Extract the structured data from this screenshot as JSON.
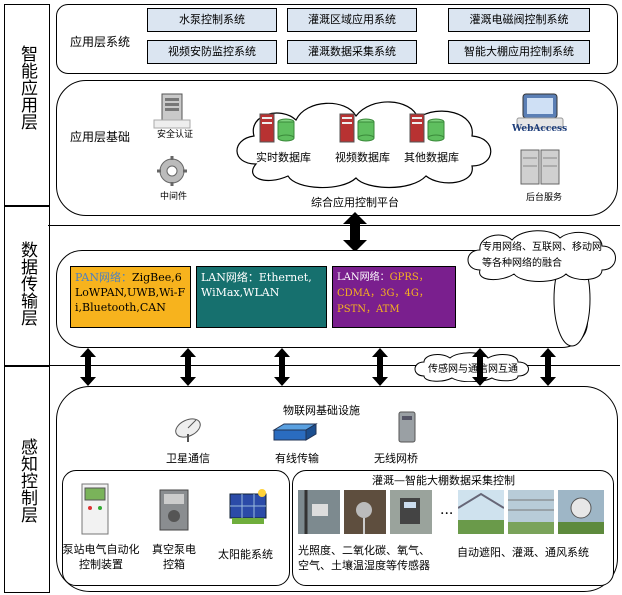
{
  "layers": {
    "application": "智能应用层",
    "transport": "数据传输层",
    "perception": "感知控制层"
  },
  "application": {
    "system_label": "应用层系统",
    "base_label": "应用层基础",
    "systems": [
      "水泵控制系统",
      "灌溉区域应用系统",
      "灌溉电磁阀控制系统",
      "视频安防监控系统",
      "灌溉数据采集系统",
      "智能大棚应用控制系统"
    ],
    "left_icons": {
      "auth": "安全认证",
      "middleware": "中间件"
    },
    "right_icons": {
      "webaccess": "WebAccess",
      "backend": "后台服务"
    },
    "databases": [
      "实时数据库",
      "视频数据库",
      "其他数据库"
    ],
    "platform": "综合应用控制平台"
  },
  "transport": {
    "cloud_top": "专用网络、互联网、移动网等各种网络的融合",
    "cloud_bottom": "传感网与通信网互通",
    "pan": {
      "title": "PAN网络：",
      "body": "ZigBee,6LoWPAN,UWB,Wi-Fi,Bluetooth,CAN"
    },
    "lan": {
      "title": "LAN网络：",
      "body": "Ethernet,WiMax,WLAN"
    },
    "lan2": {
      "title": "LAN网络：",
      "body": "GPRS，CDMA，3G，4G，PSTN，ATM"
    }
  },
  "perception": {
    "infra_title": "物联网基础设施",
    "infra": [
      "卫星通信",
      "有线传输",
      "无线网桥"
    ],
    "left_items": [
      "泵站电气自动化控制装置",
      "真空泵电控箱",
      "太阳能系统"
    ],
    "greenhouse_title": "灌溉—智能大棚数据采集控制",
    "sensors_line1": "光照度、二氧化碳、氧气、",
    "sensors_line2": "空气、土壤温湿度等传感器",
    "ellipsis": "...",
    "auto": "自动遮阳、灌溉、通风系统"
  },
  "colors": {
    "pan": "#f7b31d",
    "lan": "#16706e",
    "lan2": "#7a1f8e",
    "sysbox": "#dbe5f1"
  }
}
